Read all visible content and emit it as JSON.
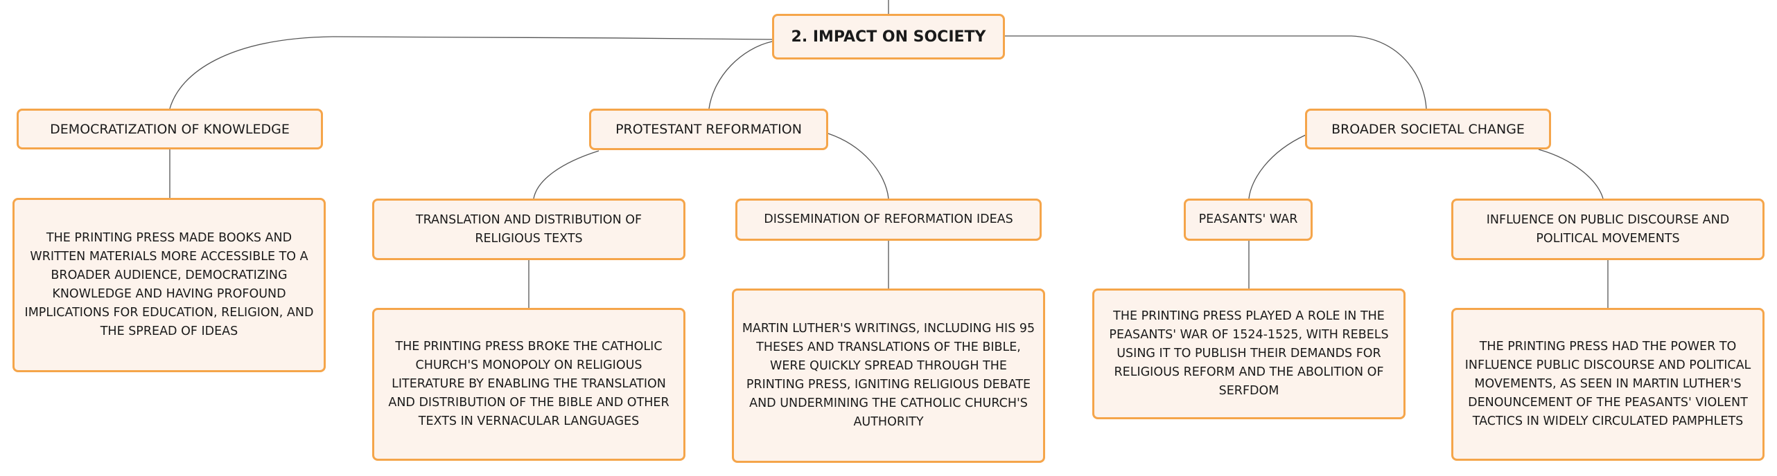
{
  "diagram": {
    "root": {
      "label": "2. IMPACT ON SOCIETY"
    },
    "branches": [
      {
        "label": "DEMOCRATIZATION OF KNOWLEDGE",
        "detail": "THE PRINTING PRESS MADE BOOKS AND WRITTEN MATERIALS MORE ACCESSIBLE TO A BROADER AUDIENCE, DEMOCRATIZING KNOWLEDGE AND HAVING PROFOUND IMPLICATIONS FOR EDUCATION, RELIGION, AND THE SPREAD OF IDEAS"
      },
      {
        "label": "PROTESTANT REFORMATION",
        "children": [
          {
            "label": "TRANSLATION AND DISTRIBUTION OF RELIGIOUS TEXTS",
            "detail": "THE PRINTING PRESS BROKE THE CATHOLIC CHURCH'S MONOPOLY ON RELIGIOUS LITERATURE BY ENABLING THE TRANSLATION AND DISTRIBUTION OF THE BIBLE AND OTHER TEXTS IN VERNACULAR LANGUAGES"
          },
          {
            "label": "DISSEMINATION OF REFORMATION IDEAS",
            "detail": "MARTIN LUTHER'S WRITINGS, INCLUDING HIS 95 THESES AND TRANSLATIONS OF THE BIBLE, WERE QUICKLY SPREAD THROUGH THE PRINTING PRESS, IGNITING RELIGIOUS DEBATE AND UNDERMINING THE CATHOLIC CHURCH'S AUTHORITY"
          }
        ]
      },
      {
        "label": "BROADER SOCIETAL CHANGE",
        "children": [
          {
            "label": "PEASANTS' WAR",
            "detail": "THE PRINTING PRESS PLAYED A ROLE IN THE PEASANTS' WAR OF 1524-1525, WITH REBELS USING IT TO PUBLISH THEIR DEMANDS FOR RELIGIOUS REFORM AND THE ABOLITION OF SERFDOM"
          },
          {
            "label": "INFLUENCE ON PUBLIC DISCOURSE AND POLITICAL MOVEMENTS",
            "detail": "THE PRINTING PRESS HAD THE POWER TO INFLUENCE PUBLIC DISCOURSE AND POLITICAL MOVEMENTS, AS SEEN IN MARTIN LUTHER'S DENOUNCEMENT OF THE PEASANTS' VIOLENT TACTICS IN WIDELY CIRCULATED PAMPHLETS"
          }
        ]
      }
    ],
    "colors": {
      "node_fill": "#fdf3ec",
      "node_border": "#f5a54a",
      "connector": "#555555",
      "text": "#1a1a1a"
    }
  }
}
